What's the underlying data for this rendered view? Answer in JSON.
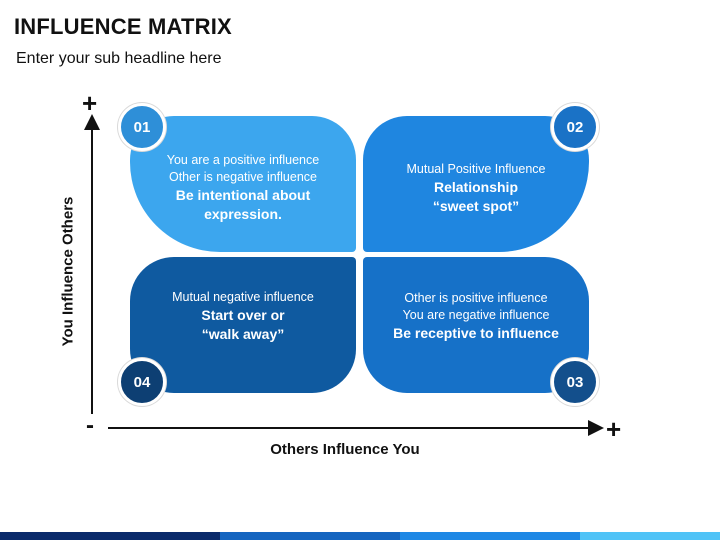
{
  "header": {
    "title": "INFLUENCE MATRIX",
    "subtitle": "Enter your sub headline here"
  },
  "axes": {
    "x_label": "Others Influence You",
    "y_label": "You Influence Others",
    "plus": "+",
    "minus": "-"
  },
  "quadrants": {
    "q1": {
      "number": "01",
      "line1": "You are a positive influence",
      "line2": "Other is negative influence",
      "bold1": "Be intentional about",
      "bold2": "expression."
    },
    "q2": {
      "number": "02",
      "line1": "Mutual Positive Influence",
      "bold1": "Relationship",
      "bold2": "“sweet spot”"
    },
    "q3": {
      "number": "03",
      "line1": "Other is positive influence",
      "line2": "You are negative influence",
      "bold1": "Be receptive to influence"
    },
    "q4": {
      "number": "04",
      "line1": "Mutual negative influence",
      "bold1": "Start over or",
      "bold2": "“walk away”"
    }
  },
  "colors": {
    "q1": "#3ca6ee",
    "q2": "#1f86e0",
    "q3": "#1671c8",
    "q4": "#0f5aa0",
    "bottom_bar": [
      "#0a2a6b",
      "#1565c0",
      "#1e88e5",
      "#4fc3f7"
    ]
  }
}
